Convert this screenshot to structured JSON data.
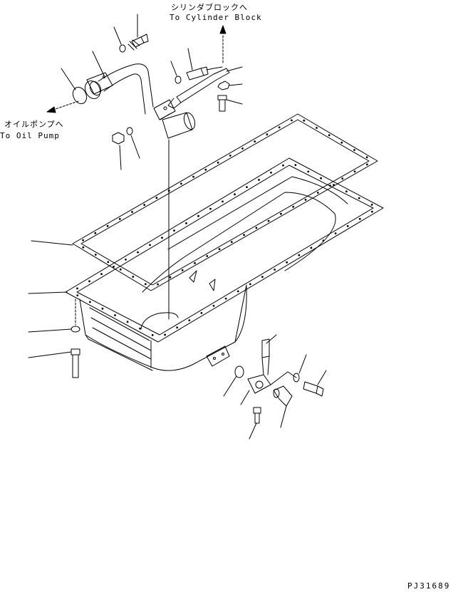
{
  "labels": {
    "cyl_jp": "シリンダブロックへ",
    "cyl_en": "To Cylinder Block",
    "pump_jp": "オイルポンプへ",
    "pump_en": "To Oil Pump",
    "drawing_no": "PJ31689"
  }
}
